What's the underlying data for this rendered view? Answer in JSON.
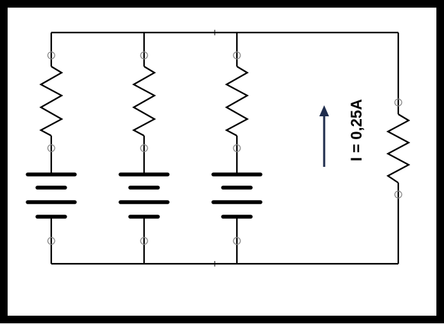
{
  "annotations": {
    "current_label": "I = 0,25A"
  },
  "colors": {
    "frame": "#000000",
    "wire": "#000000",
    "terminal": "#8a8a8a",
    "arrow": "#1f2d4d",
    "label": "#000000",
    "background": "#ffffff"
  },
  "components": {
    "branches": [
      {
        "resistor": "resistor",
        "battery": "battery-cell-stack"
      },
      {
        "resistor": "resistor",
        "battery": "battery-cell-stack"
      },
      {
        "resistor": "resistor",
        "battery": "battery-cell-stack"
      }
    ],
    "load": "resistor",
    "current_direction": "up"
  }
}
